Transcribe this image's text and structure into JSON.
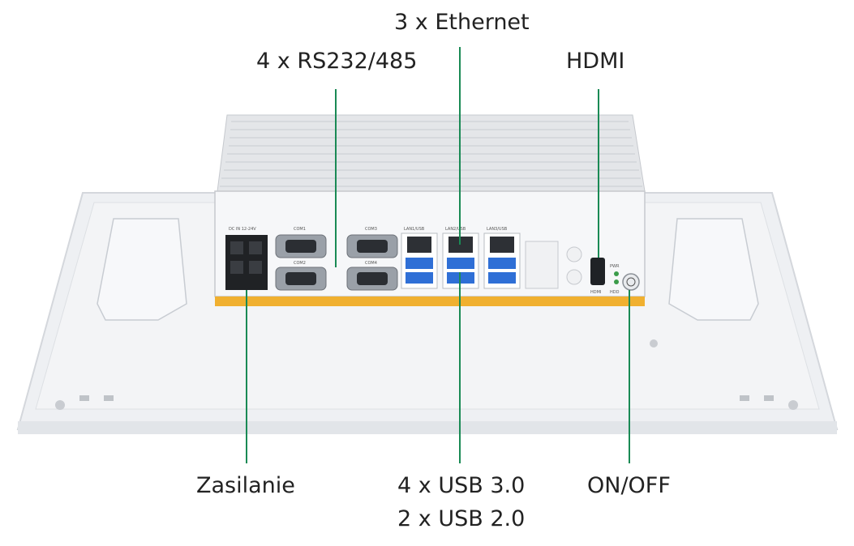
{
  "callouts": {
    "ethernet": "3 x Ethernet",
    "serial": "4 x RS232/485",
    "hdmi": "HDMI",
    "power": "Zasilanie",
    "usb3": "4 x USB 3.0",
    "usb2": "2 x USB 2.0",
    "onoff": "ON/OFF"
  },
  "panel": {
    "dc_in": "DC IN 12-24V",
    "com1": "COM1",
    "com2": "COM2",
    "com3": "COM3",
    "com4": "COM4",
    "lan1": "LAN1/USB",
    "lan2": "LAN2/USB",
    "lan3": "LAN3/USB",
    "pwr": "PWR",
    "hdd": "HDD",
    "hdmi_port": "HDMI"
  },
  "colors": {
    "leader": "#1a8a55",
    "accent_strip": "#f0b030",
    "usb_blue": "#2f6fd6",
    "chassis": "#eef0f3"
  }
}
